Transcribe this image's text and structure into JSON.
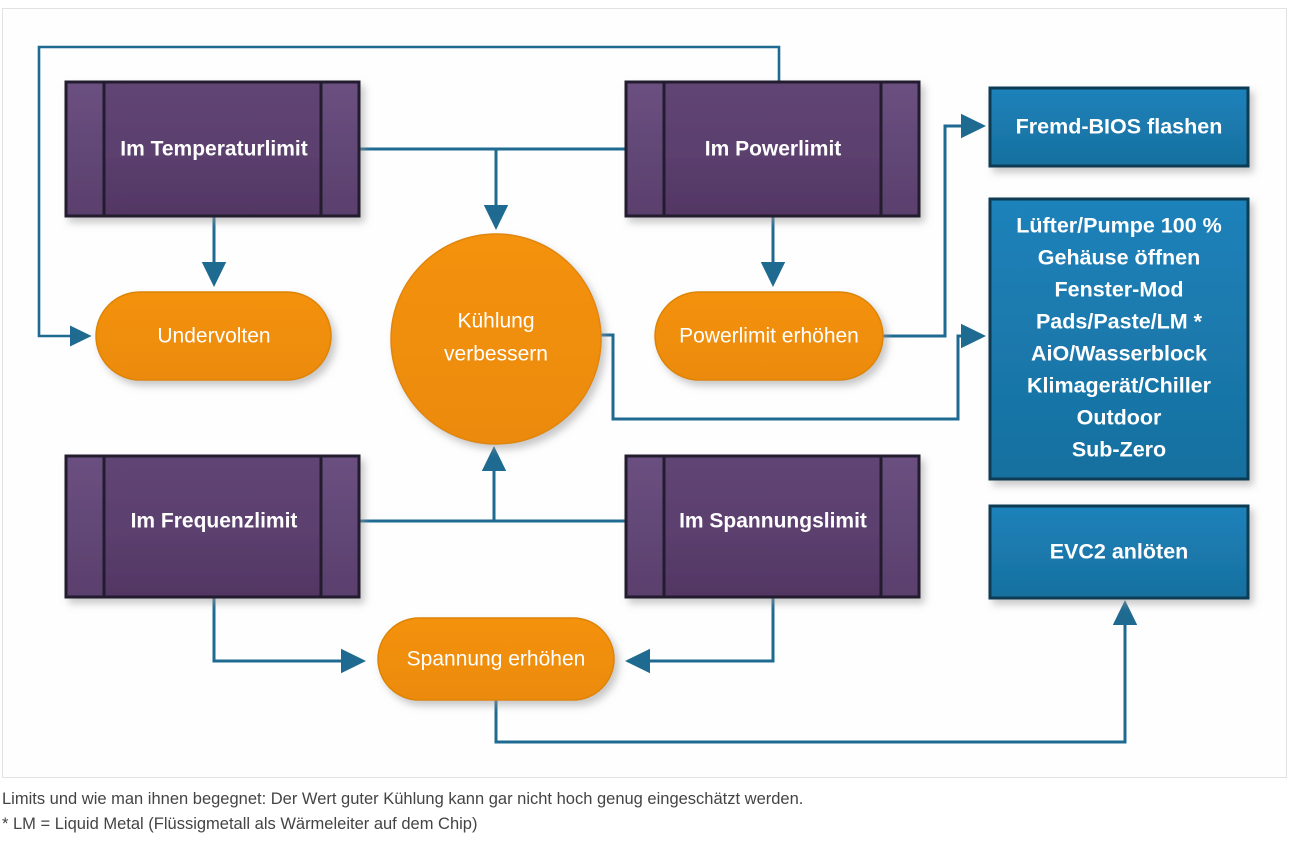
{
  "diagram": {
    "type": "flowchart",
    "title_visible": false,
    "colors": {
      "purple_fill": "#5b3f72",
      "purple_fill_light": "#6b4e84",
      "purple_border": "#2b2338",
      "orange_fill": "#f18e0c",
      "orange_border": "#d97d06",
      "blue_fill": "#1b7cb4",
      "blue_border": "#103c55",
      "connector": "#1f6a91",
      "text_white": "#ffffff",
      "caption_text": "#444444",
      "page_bg": "#ffffff"
    },
    "nodes": {
      "limits": [
        {
          "id": "temperaturlimit",
          "label": "Im Temperaturlimit",
          "shape": "process",
          "color": "purple"
        },
        {
          "id": "powerlimit",
          "label": "Im Powerlimit",
          "shape": "process",
          "color": "purple"
        },
        {
          "id": "frequenzlimit",
          "label": "Im Frequenzlimit",
          "shape": "process",
          "color": "purple"
        },
        {
          "id": "spannungslimit",
          "label": "Im Spannungslimit",
          "shape": "process",
          "color": "purple"
        }
      ],
      "actions": [
        {
          "id": "undervolten",
          "label": "Undervolten",
          "shape": "rounded",
          "color": "orange"
        },
        {
          "id": "powerlimit-erhoehen",
          "label": "Powerlimit erhöhen",
          "shape": "rounded",
          "color": "orange"
        },
        {
          "id": "spannung-erhoehen",
          "label": "Spannung erhöhen",
          "shape": "rounded",
          "color": "orange"
        }
      ],
      "hub": {
        "id": "kuehlung-verbessern",
        "shape": "circle",
        "color": "orange",
        "label_line_1": "Kühlung",
        "label_line_2": "verbessern"
      },
      "measures": [
        {
          "id": "fremd-bios-flashen",
          "shape": "rect",
          "color": "blue",
          "lines": [
            "Fremd-BIOS flashen"
          ]
        },
        {
          "id": "kuehlmassnahmen",
          "shape": "rect",
          "color": "blue",
          "lines": [
            "Lüfter/Pumpe 100 %",
            "Gehäuse öffnen",
            "Fenster-Mod",
            "Pads/Paste/LM *",
            "AiO/Wasserblock",
            "Klimagerät/Chiller",
            "Outdoor",
            "Sub-Zero"
          ]
        },
        {
          "id": "evc2-anloeten",
          "shape": "rect",
          "color": "blue",
          "lines": [
            "EVC2 anlöten"
          ]
        }
      ]
    },
    "edges": [
      {
        "from": "temperaturlimit",
        "to": "powerlimit",
        "style": "line"
      },
      {
        "from": "temperaturlimit",
        "to": "undervolten",
        "style": "arrow-down"
      },
      {
        "from": "temperaturlimit",
        "to": "kuehlung-verbessern",
        "style": "arrow-down"
      },
      {
        "from": "powerlimit",
        "to": "powerlimit-erhoehen",
        "style": "arrow-down"
      },
      {
        "from": "powerlimit",
        "to": "undervolten",
        "style": "arrow-routed-left"
      },
      {
        "from": "powerlimit-erhoehen",
        "to": "fremd-bios-flashen",
        "style": "arrow-routed-right"
      },
      {
        "from": "kuehlung-verbessern",
        "to": "kuehlmassnahmen",
        "style": "arrow-routed-right"
      },
      {
        "from": "frequenzlimit",
        "to": "spannungslimit",
        "style": "line"
      },
      {
        "from": "frequenzlimit",
        "to": "kuehlung-verbessern",
        "style": "arrow-up"
      },
      {
        "from": "frequenzlimit",
        "to": "spannung-erhoehen",
        "style": "arrow-routed-down"
      },
      {
        "from": "spannungslimit",
        "to": "spannung-erhoehen",
        "style": "arrow-routed-down"
      },
      {
        "from": "spannung-erhoehen",
        "to": "evc2-anloeten",
        "style": "arrow-routed-up"
      }
    ]
  },
  "caption": {
    "line_1": "Limits und wie man ihnen begegnet: Der Wert guter Kühlung kann gar nicht hoch genug eingeschätzt werden.",
    "line_2": "* LM = Liquid Metal (Flüssigmetall als Wärmeleiter auf dem Chip)"
  }
}
